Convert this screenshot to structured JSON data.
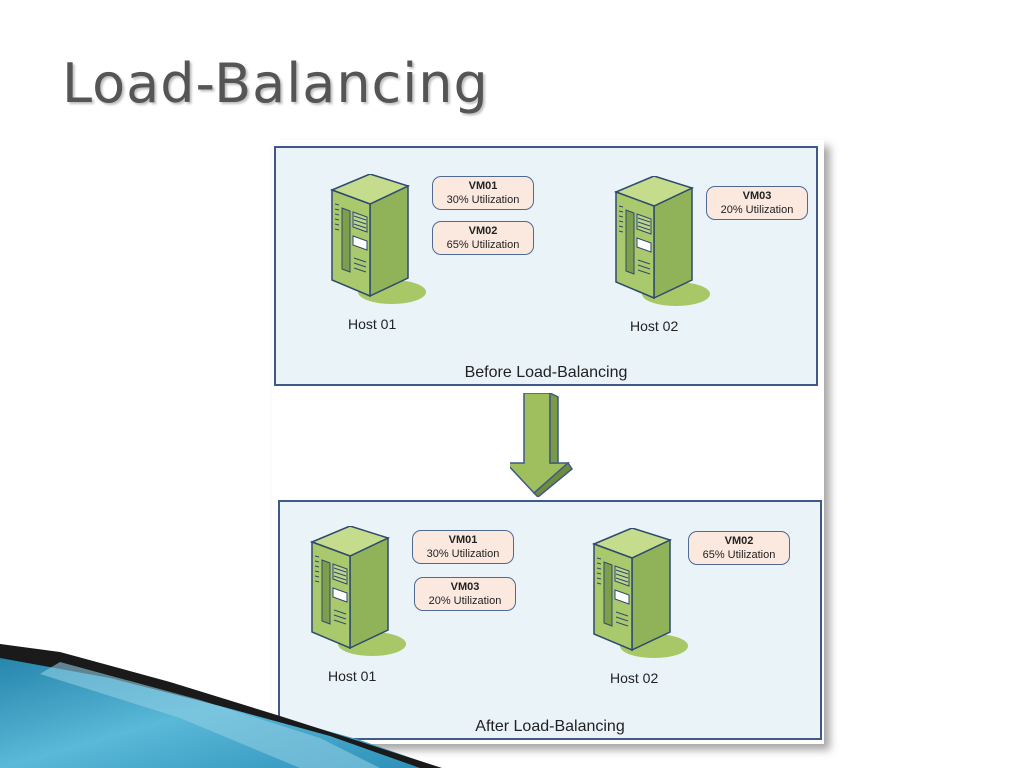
{
  "slide": {
    "title": "Load-Balancing"
  },
  "before": {
    "caption": "Before Load-Balancing",
    "host1": {
      "label": "Host 01",
      "vms": [
        {
          "name": "VM01",
          "util": "30% Utilization"
        },
        {
          "name": "VM02",
          "util": "65% Utilization"
        }
      ]
    },
    "host2": {
      "label": "Host 02",
      "vms": [
        {
          "name": "VM03",
          "util": "20% Utilization"
        }
      ]
    }
  },
  "after": {
    "caption": "After Load-Balancing",
    "host1": {
      "label": "Host 01",
      "vms": [
        {
          "name": "VM01",
          "util": "30% Utilization"
        },
        {
          "name": "VM03",
          "util": "20% Utilization"
        }
      ]
    },
    "host2": {
      "label": "Host 02",
      "vms": [
        {
          "name": "VM02",
          "util": "65% Utilization"
        }
      ]
    }
  },
  "colors": {
    "panel_bg": "#e9f3f8",
    "panel_border": "#3f5a86",
    "server_green": "#a9c46a",
    "vm_bg": "#fbe9df",
    "arrow_green": "#9fbf5f"
  }
}
